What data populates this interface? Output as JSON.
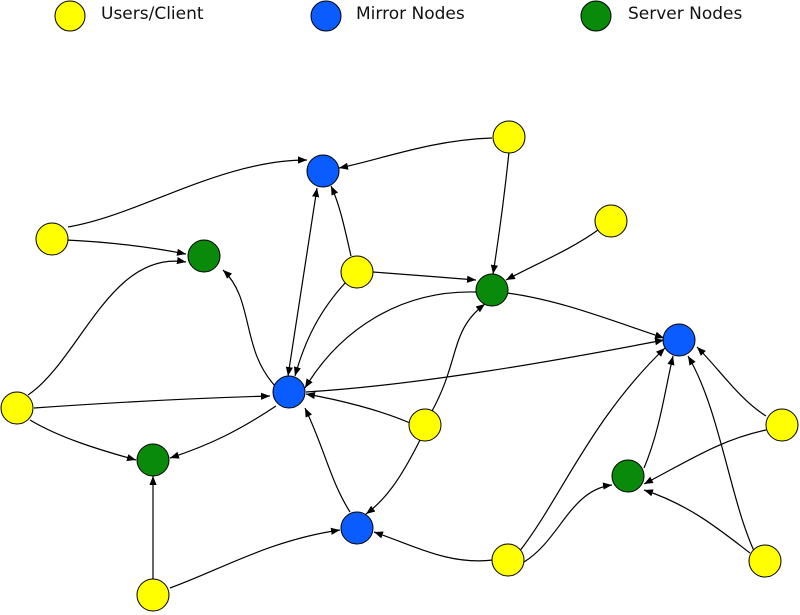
{
  "legend": {
    "client_label": "Users/Client",
    "mirror_label": "Mirror Nodes",
    "server_label": "Server Nodes"
  },
  "colors": {
    "client": "#ffff00",
    "mirror": "#0a5cff",
    "server": "#0a8a0a",
    "edge": "#000000"
  }
}
